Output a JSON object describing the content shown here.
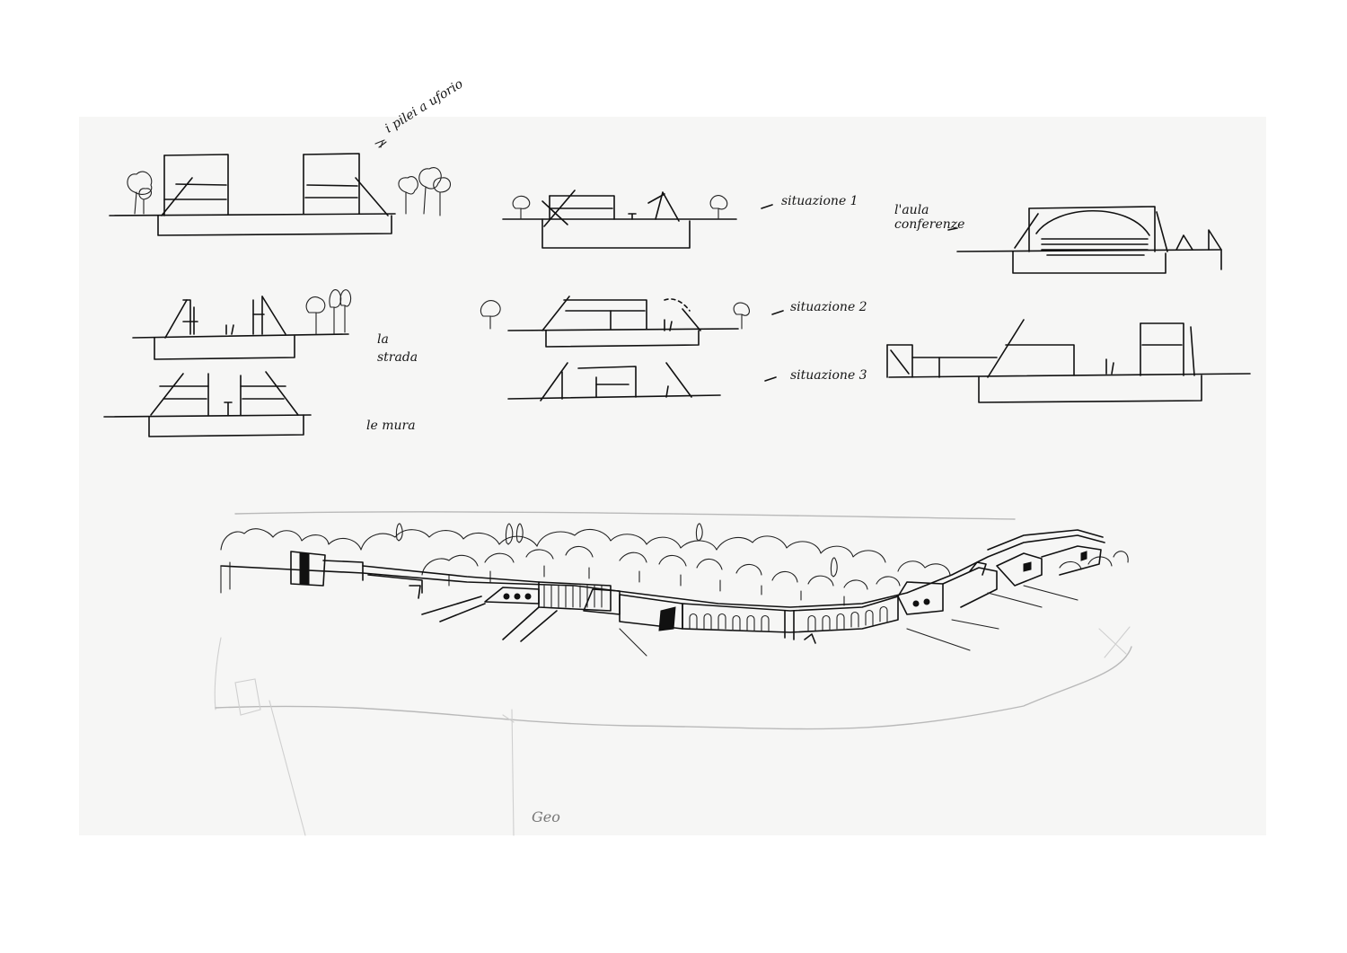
{
  "annotations": {
    "note_top": "i pilei a uforio",
    "sit1": "situazione 1",
    "sit2": "situazione 2",
    "sit3": "situazione 3",
    "aula": "l'aula conferenze",
    "strada": "la strada",
    "mura": "le mura",
    "bottom": "Geo"
  }
}
